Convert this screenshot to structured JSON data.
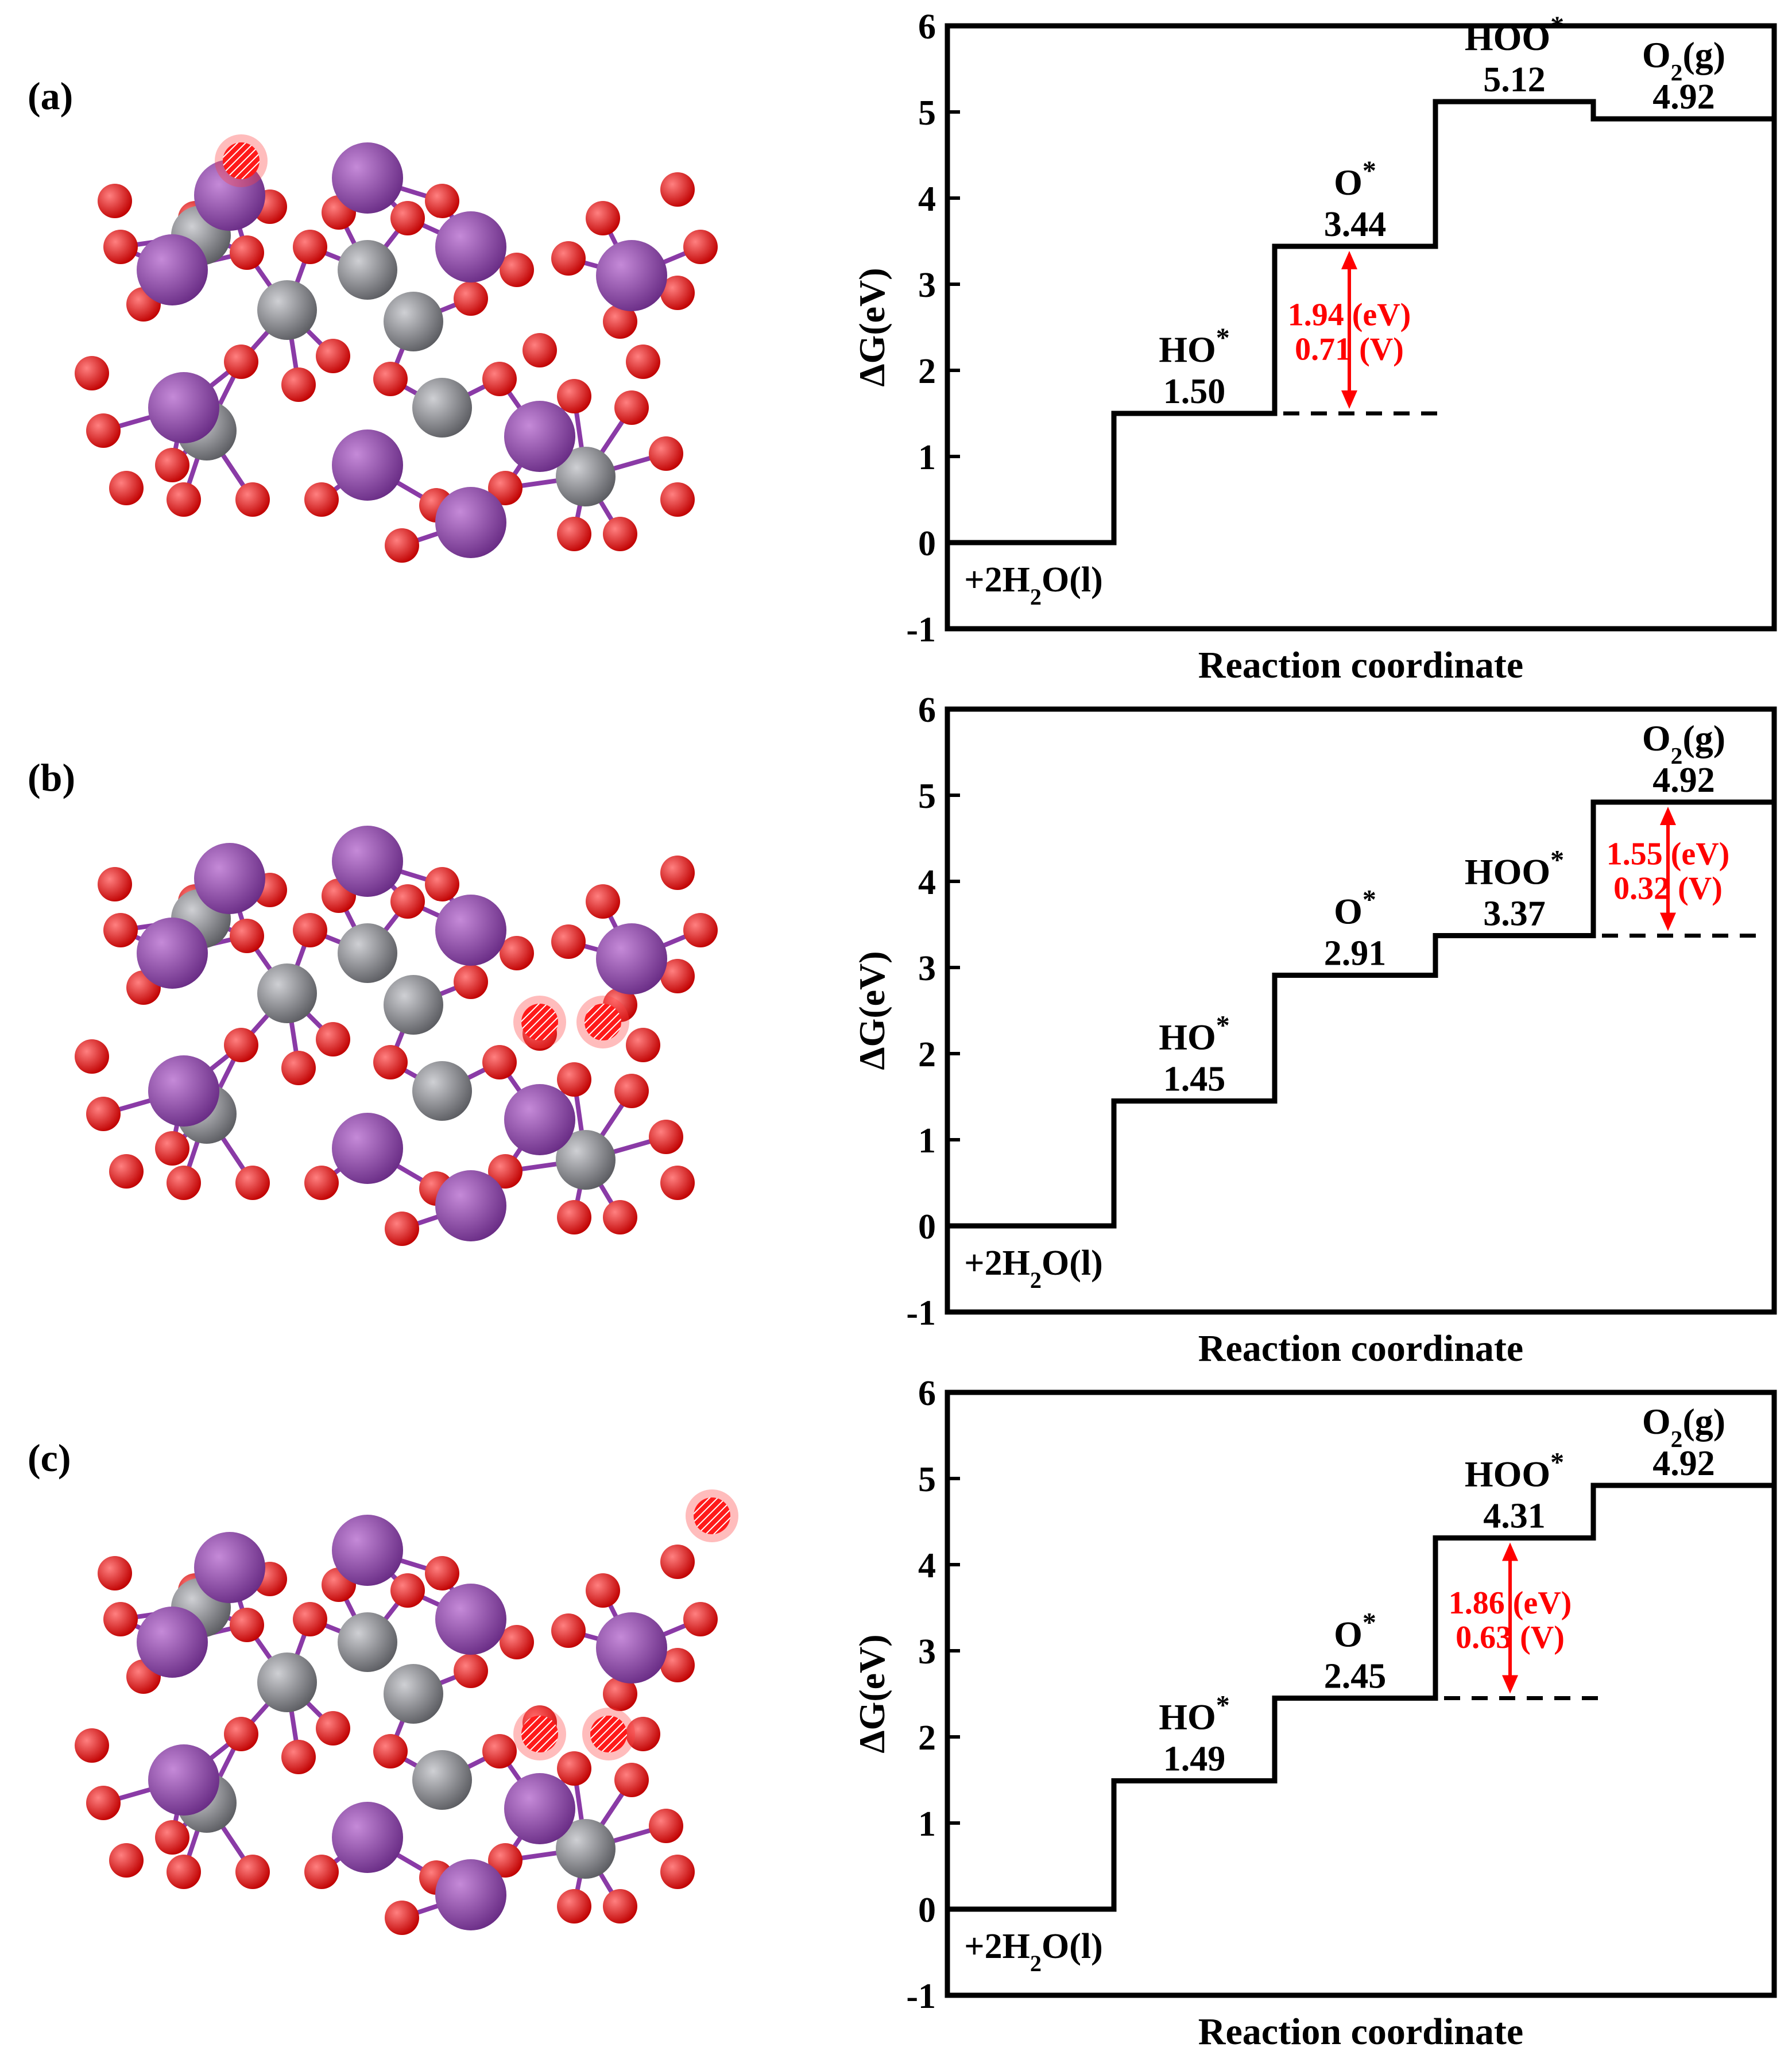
{
  "panels": [
    {
      "label": "(a)",
      "chart_index": 0
    },
    {
      "label": "(b)",
      "chart_index": 1
    },
    {
      "label": "(c)",
      "chart_index": 2
    }
  ],
  "colors": {
    "oxygen": "#ee0000",
    "metal_purple": "#8e44a8",
    "metal_gray": "#7a7a7e",
    "bond": "#8a3aa6",
    "annotation": "#ff0000",
    "line": "#000000"
  },
  "chart_data": [
    {
      "type": "line",
      "subtype": "free-energy-step-diagram",
      "ylabel": "ΔG(eV)",
      "xlabel": "Reaction coordinate",
      "ylim": [
        -1,
        6
      ],
      "yticks": [
        "-1",
        "0",
        "1",
        "2",
        "3",
        "4",
        "5",
        "6"
      ],
      "steps": [
        {
          "name": "+2H2O(l)",
          "value": 0,
          "value_label": ""
        },
        {
          "name": "HO*",
          "value": 1.5,
          "value_label": "1.50"
        },
        {
          "name": "O*",
          "value": 3.44,
          "value_label": "3.44"
        },
        {
          "name": "HOO*",
          "value": 5.12,
          "value_label": "5.12"
        },
        {
          "name": "O2(g)",
          "value": 4.92,
          "value_label": "4.92"
        }
      ],
      "barrier": {
        "from_step": 1,
        "to_step": 2,
        "energy": "1.94 (eV)",
        "potential": "0.71 (V)"
      }
    },
    {
      "type": "line",
      "subtype": "free-energy-step-diagram",
      "ylabel": "ΔG(eV)",
      "xlabel": "Reaction coordinate",
      "ylim": [
        -1,
        6
      ],
      "yticks": [
        "-1",
        "0",
        "1",
        "2",
        "3",
        "4",
        "5",
        "6"
      ],
      "steps": [
        {
          "name": "+2H2O(l)",
          "value": 0,
          "value_label": ""
        },
        {
          "name": "HO*",
          "value": 1.45,
          "value_label": "1.45"
        },
        {
          "name": "O*",
          "value": 2.91,
          "value_label": "2.91"
        },
        {
          "name": "HOO*",
          "value": 3.37,
          "value_label": "3.37"
        },
        {
          "name": "O2(g)",
          "value": 4.92,
          "value_label": "4.92"
        }
      ],
      "barrier": {
        "from_step": 3,
        "to_step": 4,
        "energy": "1.55 (eV)",
        "potential": "0.32 (V)"
      }
    },
    {
      "type": "line",
      "subtype": "free-energy-step-diagram",
      "ylabel": "ΔG(eV)",
      "xlabel": "Reaction coordinate",
      "ylim": [
        -1,
        6
      ],
      "yticks": [
        "-1",
        "0",
        "1",
        "2",
        "3",
        "4",
        "5",
        "6"
      ],
      "steps": [
        {
          "name": "+2H2O(l)",
          "value": 0,
          "value_label": ""
        },
        {
          "name": "HO*",
          "value": 1.49,
          "value_label": "1.49"
        },
        {
          "name": "O*",
          "value": 2.45,
          "value_label": "2.45"
        },
        {
          "name": "HOO*",
          "value": 4.31,
          "value_label": "4.31"
        },
        {
          "name": "O2(g)",
          "value": 4.92,
          "value_label": "4.92"
        }
      ],
      "barrier": {
        "from_step": 2,
        "to_step": 3,
        "energy": "1.86 (eV)",
        "potential": "0.63 (V)"
      }
    }
  ]
}
